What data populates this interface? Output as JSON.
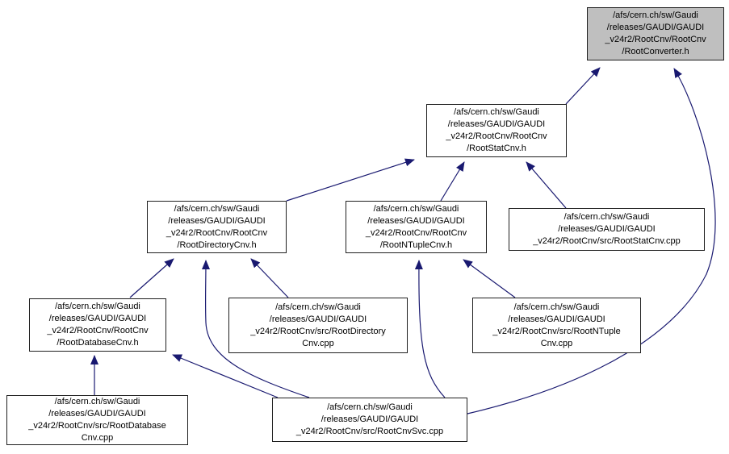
{
  "diagram_type": "include-dependency-graph",
  "colors": {
    "edge": "#191970",
    "node_border": "#1f1f1f",
    "node_fill": "#ffffff",
    "highlight_fill": "#bfbfbf",
    "text": "#000000"
  },
  "nodes": [
    {
      "id": "root-converter-h",
      "highlighted": true,
      "label": "/afs/cern.ch/sw/Gaudi\n/releases/GAUDI/GAUDI\n_v24r2/RootCnv/RootCnv\n/RootConverter.h"
    },
    {
      "id": "root-stat-cnv-h",
      "highlighted": false,
      "label": "/afs/cern.ch/sw/Gaudi\n/releases/GAUDI/GAUDI\n_v24r2/RootCnv/RootCnv\n/RootStatCnv.h"
    },
    {
      "id": "root-directory-cnv-h",
      "highlighted": false,
      "label": "/afs/cern.ch/sw/Gaudi\n/releases/GAUDI/GAUDI\n_v24r2/RootCnv/RootCnv\n/RootDirectoryCnv.h"
    },
    {
      "id": "root-ntuple-cnv-h",
      "highlighted": false,
      "label": "/afs/cern.ch/sw/Gaudi\n/releases/GAUDI/GAUDI\n_v24r2/RootCnv/RootCnv\n/RootNTupleCnv.h"
    },
    {
      "id": "root-stat-cnv-cpp",
      "highlighted": false,
      "label": "/afs/cern.ch/sw/Gaudi\n/releases/GAUDI/GAUDI\n_v24r2/RootCnv/src/RootStatCnv.cpp"
    },
    {
      "id": "root-database-cnv-h",
      "highlighted": false,
      "label": "/afs/cern.ch/sw/Gaudi\n/releases/GAUDI/GAUDI\n_v24r2/RootCnv/RootCnv\n/RootDatabaseCnv.h"
    },
    {
      "id": "root-directory-cnv-cpp",
      "highlighted": false,
      "label": "/afs/cern.ch/sw/Gaudi\n/releases/GAUDI/GAUDI\n_v24r2/RootCnv/src/RootDirectory\nCnv.cpp"
    },
    {
      "id": "root-ntuple-cnv-cpp",
      "highlighted": false,
      "label": "/afs/cern.ch/sw/Gaudi\n/releases/GAUDI/GAUDI\n_v24r2/RootCnv/src/RootNTuple\nCnv.cpp"
    },
    {
      "id": "root-database-cnv-cpp",
      "highlighted": false,
      "label": "/afs/cern.ch/sw/Gaudi\n/releases/GAUDI/GAUDI\n_v24r2/RootCnv/src/RootDatabase\nCnv.cpp"
    },
    {
      "id": "root-cnv-svc-cpp",
      "highlighted": false,
      "label": "/afs/cern.ch/sw/Gaudi\n/releases/GAUDI/GAUDI\n_v24r2/RootCnv/src/RootCnvSvc.cpp"
    }
  ],
  "edges": [
    {
      "from": "root-stat-cnv-h",
      "to": "root-converter-h"
    },
    {
      "from": "root-cnv-svc-cpp",
      "to": "root-converter-h"
    },
    {
      "from": "root-directory-cnv-h",
      "to": "root-stat-cnv-h"
    },
    {
      "from": "root-ntuple-cnv-h",
      "to": "root-stat-cnv-h"
    },
    {
      "from": "root-stat-cnv-cpp",
      "to": "root-stat-cnv-h"
    },
    {
      "from": "root-database-cnv-h",
      "to": "root-directory-cnv-h"
    },
    {
      "from": "root-directory-cnv-cpp",
      "to": "root-directory-cnv-h"
    },
    {
      "from": "root-cnv-svc-cpp",
      "to": "root-directory-cnv-h"
    },
    {
      "from": "root-ntuple-cnv-cpp",
      "to": "root-ntuple-cnv-h"
    },
    {
      "from": "root-cnv-svc-cpp",
      "to": "root-ntuple-cnv-h"
    },
    {
      "from": "root-database-cnv-cpp",
      "to": "root-database-cnv-h"
    },
    {
      "from": "root-cnv-svc-cpp",
      "to": "root-database-cnv-h"
    }
  ]
}
